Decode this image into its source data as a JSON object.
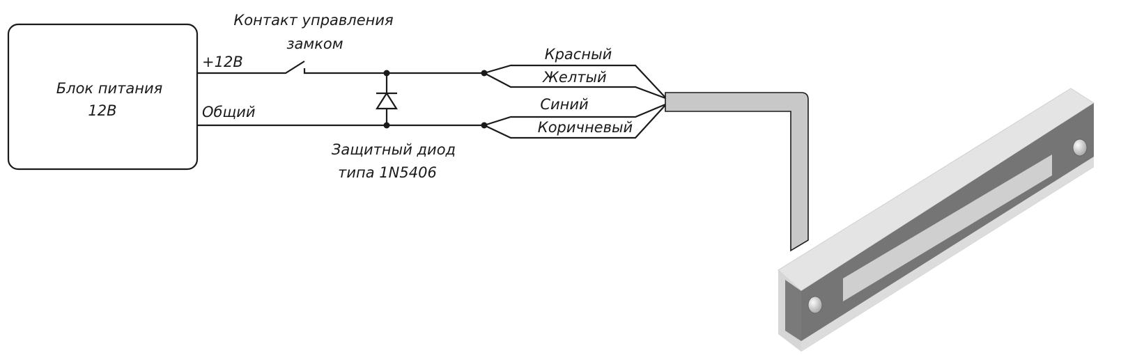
{
  "power_supply": {
    "line1": "Блок питания",
    "line2": "12В"
  },
  "switch_label": {
    "line1": "Контакт управления",
    "line2": "замком"
  },
  "terminals": {
    "positive": "+12В",
    "common": "Общий"
  },
  "wires": [
    "Красный",
    "Желтый",
    "Синий",
    "Коричневый"
  ],
  "diode_label": {
    "line1": "Защитный диод",
    "line2": "типа 1N5406"
  },
  "colors": {
    "line": "#1a1a1a",
    "cable": "#c8c8c8",
    "magnet_light": "#e4e4e4",
    "magnet_dark": "#747474"
  }
}
